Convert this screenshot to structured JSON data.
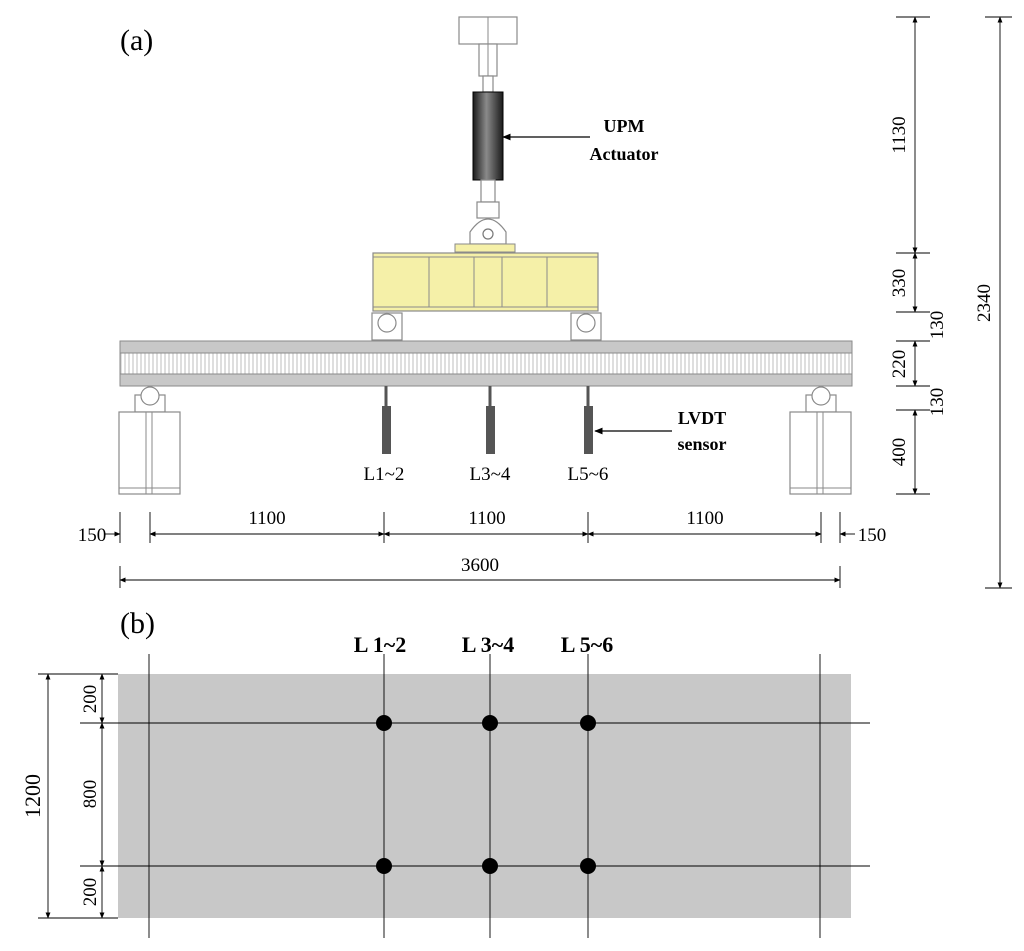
{
  "panel_a": {
    "label": "(a)",
    "actuator_label_1": "UPM",
    "actuator_label_2": "Actuator",
    "lvdt_label_1": "LVDT",
    "lvdt_label_2": "sensor",
    "sensor_labels": [
      "L1~2",
      "L3~4",
      "L5~6"
    ],
    "horizontal_dims": {
      "left_overhang": "150",
      "spans": [
        "1100",
        "1100",
        "1100"
      ],
      "right_overhang": "150",
      "total": "3600"
    },
    "vertical_dims": {
      "actuator": "1130",
      "spreader": "330",
      "top_flange": "130",
      "core": "220",
      "bottom_flange": "130",
      "support": "400",
      "total": "2340"
    }
  },
  "panel_b": {
    "label": "(b)",
    "column_labels": [
      "L 1~2",
      "L 3~4",
      "L 5~6"
    ],
    "vertical_dims": {
      "top": "200",
      "middle": "800",
      "bottom": "200",
      "total": "1200"
    }
  },
  "colors": {
    "spreader_beam": "#f5f0a8",
    "specimen": "#c8c8c8",
    "actuator": "#2e2e2e",
    "sensor": "#555555",
    "plate": "#c0c0c0"
  }
}
